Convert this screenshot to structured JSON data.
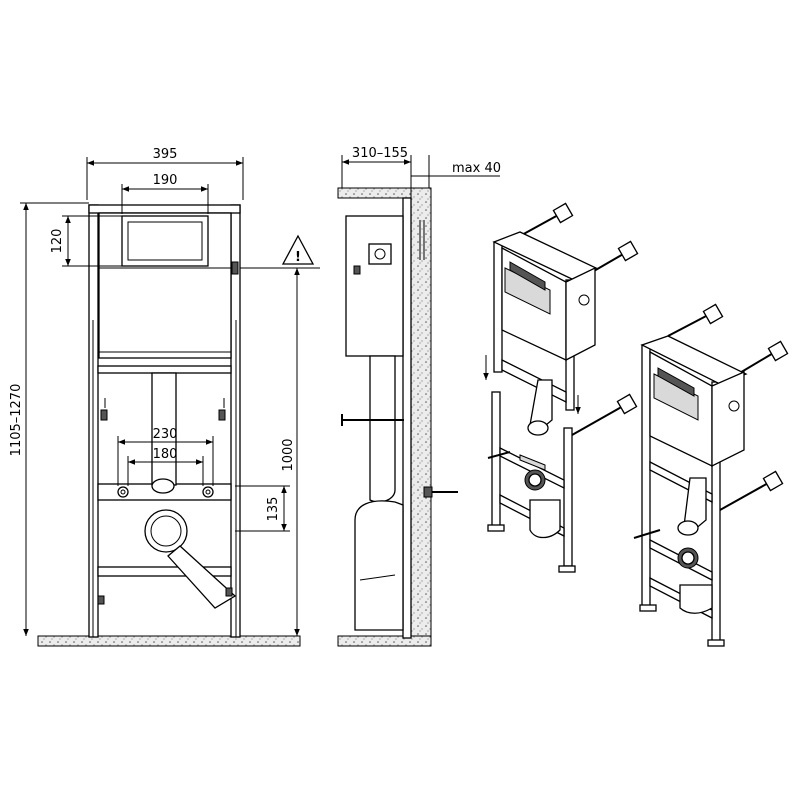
{
  "front_view": {
    "overall_width": "395",
    "cistern_width": "190",
    "cistern_height": "120",
    "total_height": "1105–1270",
    "inlet_height": "1000",
    "bolt_spacing_outer": "230",
    "bolt_spacing_inner": "180",
    "outlet_height": "135",
    "warning_symbol": "!"
  },
  "side_view": {
    "depth_range": "310–155",
    "max_wall": "max 40"
  },
  "icons": {
    "warning": "warning-triangle-icon",
    "arrow": "down-arrow-icon"
  }
}
